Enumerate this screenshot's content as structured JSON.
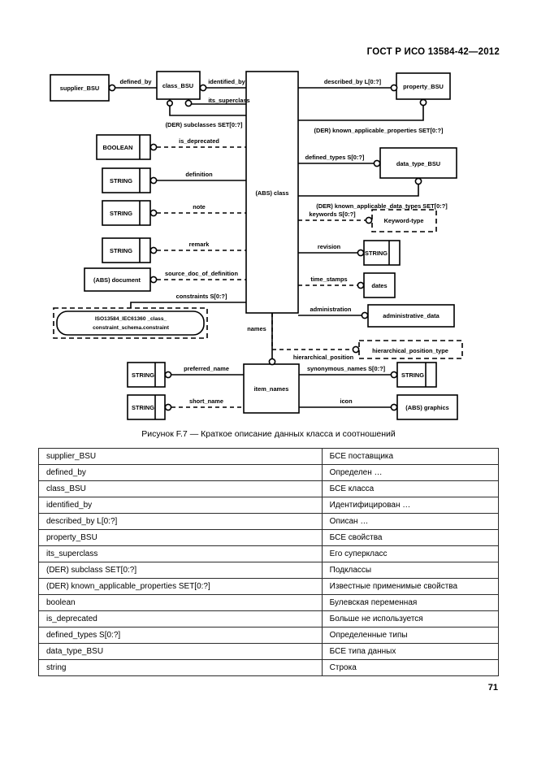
{
  "header": {
    "standard_title": "ГОСТ Р ИСО 13584-42—2012"
  },
  "figure": {
    "caption": "Рисунок F.7 — Краткое описание данных класса и соотношений",
    "entities": {
      "supplier_bsu": "supplier_BSU",
      "class_bsu": "class_BSU",
      "abs_class": "(ABS) class",
      "property_bsu": "property_BSU",
      "data_type_bsu": "data_type_BSU",
      "boolean": "BOOLEAN",
      "string_definition": "STRING",
      "string_note": "STRING",
      "string_remark": "STRING",
      "abs_document": "(ABS) document",
      "constraint_ref_line1": "ISO13584_IEC61360 _class_",
      "constraint_ref_line2": "constraint_schema.constraint",
      "keyword_type": "Keyword-type",
      "string_revision": "STRING",
      "dates": "dates",
      "administrative_data": "administrative_data",
      "hierarchical_position_type": "hierarchical_position_type",
      "item_names": "item_names",
      "string_preferred": "STRING",
      "string_short": "STRING",
      "string_synonymous": "STRING",
      "abs_graphics": "(ABS) graphics"
    },
    "relations": {
      "defined_by": "defined_by",
      "identified_by": "identified_by",
      "its_superclass": "its_superclass",
      "der_subclasses": "(DER) subclasses SET[0:?]",
      "described_by": "described_by L[0:?]",
      "der_known_applicable_properties": "(DER) known_applicable_properties SET[0:?]",
      "defined_types": "defined_types S[0:?]",
      "der_known_applicable_data_types": "(DER) known_applicable_data_types SET[0:?]",
      "is_deprecated": "is_deprecated",
      "definition": "definition",
      "note": "note",
      "remark": "remark",
      "source_doc_of_definition": "source_doc_of_definition",
      "constraints": "constraints S[0:?]",
      "keywords": "keywords S[0:?]",
      "revision": "revision",
      "time_stamps": "time_stamps",
      "administration": "administration",
      "hierarchical_position": "hierarchical_position",
      "names": "names",
      "preferred_name": "preferred_name",
      "short_name": "short_name",
      "synonymous_names": "synonymous_names S[0:?]",
      "icon": "icon"
    }
  },
  "glossary": {
    "rows": [
      {
        "term": "supplier_BSU",
        "gloss": "БСЕ поставщика"
      },
      {
        "term": "defined_by",
        "gloss": "Определен …"
      },
      {
        "term": "class_BSU",
        "gloss": "БСЕ класса"
      },
      {
        "term": "identified_by",
        "gloss": "Идентифицирован …"
      },
      {
        "term": "described_by L[0:?]",
        "gloss": "Описан …"
      },
      {
        "term": "property_BSU",
        "gloss": "БСЕ свойства"
      },
      {
        "term": "its_superclass",
        "gloss": "Его суперкласс"
      },
      {
        "term": "(DER) subclass SET[0:?]",
        "gloss": "Подклассы"
      },
      {
        "term": "(DER) known_applicable_properties SET[0:?]",
        "gloss": "Известные применимые свойства"
      },
      {
        "term": "boolean",
        "gloss": "Булевская переменная"
      },
      {
        "term": "is_deprecated",
        "gloss": "Больше не используется"
      },
      {
        "term": "defined_types S[0:?]",
        "gloss": "Определенные типы"
      },
      {
        "term": "data_type_BSU",
        "gloss": "БСЕ типа данных"
      },
      {
        "term": "string",
        "gloss": "Строка"
      }
    ]
  },
  "footer": {
    "page_number": "71"
  }
}
